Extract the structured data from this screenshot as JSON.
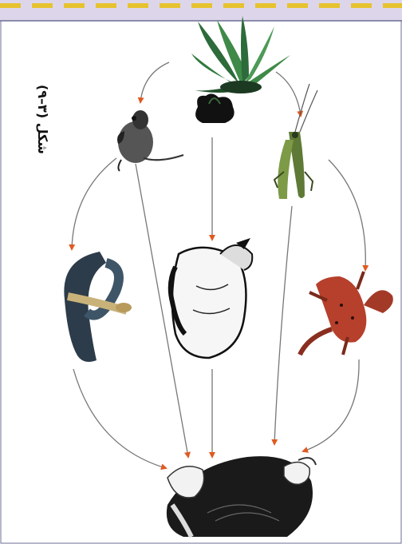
{
  "figure": {
    "caption": "شكل (٣–٩)",
    "colors": {
      "top_band": "#ddd6ea",
      "dash": "#e6c230",
      "frame_line": "#6d6f95",
      "arrow": "#777777",
      "arrow_head": "#e05a20"
    },
    "organisms": [
      {
        "name": "grass",
        "icon": "grass-icon"
      },
      {
        "name": "small-plant",
        "icon": "small-plant-icon"
      },
      {
        "name": "mouse",
        "icon": "mouse-icon"
      },
      {
        "name": "grasshopper",
        "icon": "grasshopper-icon"
      },
      {
        "name": "snake",
        "icon": "snake-icon"
      },
      {
        "name": "rhinoceros",
        "icon": "rhinoceros-icon"
      },
      {
        "name": "lizard",
        "icon": "lizard-icon"
      },
      {
        "name": "eagle",
        "icon": "eagle-icon"
      }
    ]
  }
}
